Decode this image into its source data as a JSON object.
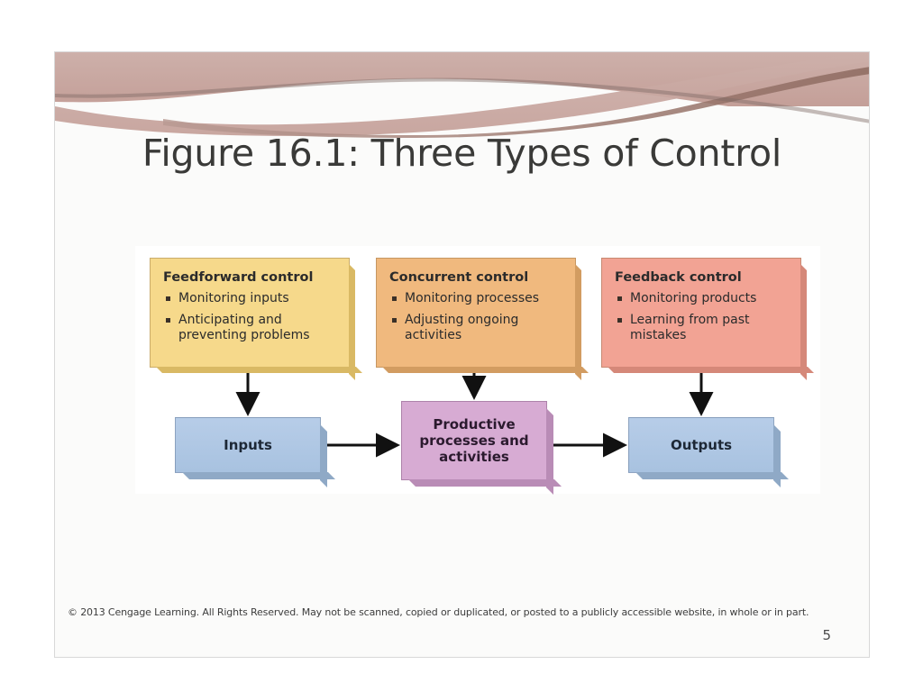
{
  "slide": {
    "title": "Figure 16.1: Three Types of Control",
    "page_number": "5",
    "footer": "© 2013 Cengage Learning. All Rights Reserved. May not be scanned, copied or duplicated, or posted to a publicly accessible website, in whole or in part."
  },
  "diagram": {
    "control_boxes": [
      {
        "title": "Feedforward control",
        "color": "#f6d98b",
        "bullets": [
          "Monitoring inputs",
          "Anticipating and preventing problems"
        ]
      },
      {
        "title": "Concurrent control",
        "color": "#f0b97e",
        "bullets": [
          "Monitoring processes",
          "Adjusting ongoing activities"
        ]
      },
      {
        "title": "Feedback control",
        "color": "#f2a394",
        "bullets": [
          "Monitoring products",
          "Learning from past mistakes"
        ]
      }
    ],
    "process_boxes": [
      {
        "label": "Inputs",
        "color": "#a8c2e0"
      },
      {
        "label": "Productive processes and activities",
        "color": "#d7abd3"
      },
      {
        "label": "Outputs",
        "color": "#a8c2e0"
      }
    ],
    "connectors": [
      {
        "from": "Feedforward control",
        "to": "Inputs",
        "direction": "down"
      },
      {
        "from": "Concurrent control",
        "to": "Productive processes and activities",
        "direction": "down"
      },
      {
        "from": "Feedback control",
        "to": "Outputs",
        "direction": "down"
      },
      {
        "from": "Inputs",
        "to": "Productive processes and activities",
        "direction": "right"
      },
      {
        "from": "Productive processes and activities",
        "to": "Outputs",
        "direction": "right"
      }
    ]
  },
  "theme": {
    "swoosh_color": "#c9aaa4",
    "swoosh_dark": "#9d7a70",
    "title_color": "#3a3a38",
    "slide_background": "#fbfbfa"
  }
}
